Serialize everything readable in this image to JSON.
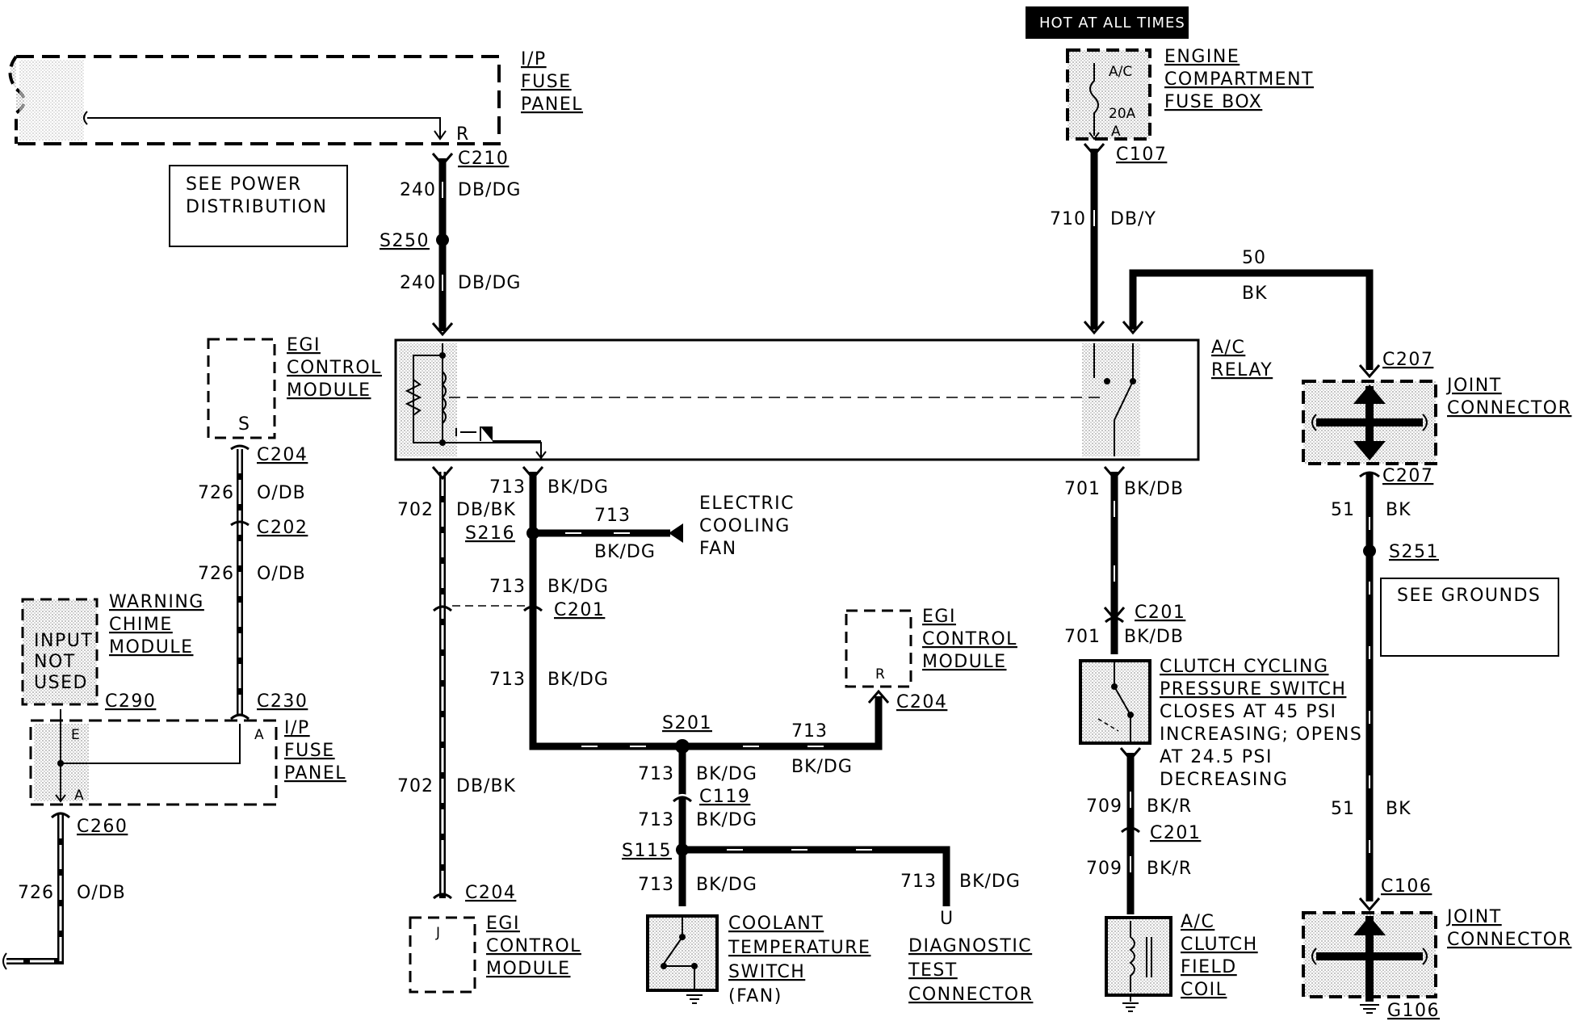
{
  "hot_label": "HOT AT ALL TIMES",
  "components": {
    "ip_fuse_panel_top": [
      "I/P",
      "FUSE",
      "PANEL"
    ],
    "see_power": [
      "SEE POWER",
      "DISTRIBUTION"
    ],
    "engine_fuse_box": [
      "ENGINE",
      "COMPARTMENT",
      "FUSE BOX"
    ],
    "fuse_ac": "A/C",
    "fuse_20a": "20A",
    "egi_top": [
      "EGI",
      "CONTROL",
      "MODULE"
    ],
    "ac_relay": [
      "A/C",
      "RELAY"
    ],
    "joint_top": [
      "JOINT",
      "CONNECTOR"
    ],
    "see_grounds": "SEE GROUNDS",
    "warning_chime": [
      "WARNING",
      "CHIME",
      "MODULE"
    ],
    "input_not_used": [
      "INPUT",
      "NOT",
      "USED"
    ],
    "ip_fuse_panel_left": [
      "I/P",
      "FUSE",
      "PANEL"
    ],
    "electric_fan": [
      "ELECTRIC",
      "COOLING",
      "FAN"
    ],
    "egi_mid": [
      "EGI",
      "CONTROL",
      "MODULE"
    ],
    "clutch_switch": [
      "CLUTCH CYCLING",
      "PRESSURE SWITCH"
    ],
    "clutch_note": [
      "CLOSES AT 45 PSI",
      "INCREASING; OPENS",
      "AT 24.5 PSI",
      "DECREASING"
    ],
    "egi_bottom": [
      "EGI",
      "CONTROL",
      "MODULE"
    ],
    "coolant_switch": [
      "COOLANT",
      "TEMPERATURE",
      "SWITCH",
      "(FAN)"
    ],
    "diag_connector": [
      "DIAGNOSTIC",
      "TEST",
      "CONNECTOR"
    ],
    "ac_clutch": [
      "A/C",
      "CLUTCH",
      "FIELD",
      "COIL"
    ],
    "joint_bottom": [
      "JOINT",
      "CONNECTOR"
    ]
  },
  "connectors": {
    "c210": "C210",
    "c107": "C107",
    "s250": "S250",
    "c207a": "C207",
    "c207b": "C207",
    "c204a": "C204",
    "c202": "C202",
    "s216": "S216",
    "c201a": "C201",
    "s251": "S251",
    "c201b": "C201",
    "c290": "C290",
    "c230": "C230",
    "c204b": "C204",
    "s201": "S201",
    "c119": "C119",
    "c260": "C260",
    "s115": "S115",
    "c201c": "C201",
    "c204c": "C204",
    "c106": "C106",
    "g106": "G106"
  },
  "pins": {
    "r_top": "R",
    "s_egi": "S",
    "e_pin": "E",
    "a_pin1": "A",
    "a_pin2": "A",
    "r_egi": "R",
    "j_egi": "J",
    "u_diag": "U",
    "a_fuse": "A"
  },
  "wires": {
    "w240a": {
      "num": "240",
      "color": "DB/DG"
    },
    "w240b": {
      "num": "240",
      "color": "DB/DG"
    },
    "w710": {
      "num": "710",
      "color": "DB/Y"
    },
    "w50": {
      "num": "50",
      "color": "BK"
    },
    "w726a": {
      "num": "726",
      "color": "O/DB"
    },
    "w726b": {
      "num": "726",
      "color": "O/DB"
    },
    "w726c": {
      "num": "726",
      "color": "O/DB"
    },
    "w702a": {
      "num": "702",
      "color": "DB/BK"
    },
    "w702b": {
      "num": "702",
      "color": "DB/BK"
    },
    "w713a": {
      "num": "713",
      "color": "BK/DG"
    },
    "w713fan": {
      "num": "713",
      "color": "BK/DG"
    },
    "w713b": {
      "num": "713",
      "color": "BK/DG"
    },
    "w713c": {
      "num": "713",
      "color": "BK/DG"
    },
    "w713egi": {
      "num": "713",
      "color": "BK/DG"
    },
    "w713d": {
      "num": "713",
      "color": "BK/DG"
    },
    "w713e": {
      "num": "713",
      "color": "BK/DG"
    },
    "w713f": {
      "num": "713",
      "color": "BK/DG"
    },
    "w713diag": {
      "num": "713",
      "color": "BK/DG"
    },
    "w701a": {
      "num": "701",
      "color": "BK/DB"
    },
    "w701b": {
      "num": "701",
      "color": "BK/DB"
    },
    "w709a": {
      "num": "709",
      "color": "BK/R"
    },
    "w709b": {
      "num": "709",
      "color": "BK/R"
    },
    "w51a": {
      "num": "51",
      "color": "BK"
    },
    "w51b": {
      "num": "51",
      "color": "BK"
    }
  }
}
